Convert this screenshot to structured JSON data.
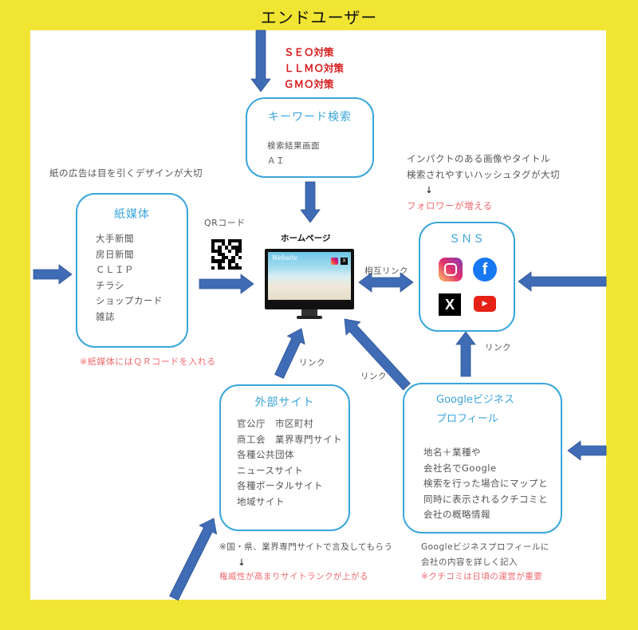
{
  "title": "エンドユーザー",
  "seo_labels": [
    "ＳＥＯ対策",
    "ＬＬＭＯ対策",
    "ＧＭＯ対策"
  ],
  "keyword": {
    "title": "キーワード検索",
    "items": [
      "検索結果画面",
      "ＡＩ"
    ]
  },
  "paper": {
    "note": "紙の広告は目を引くデザインが大切",
    "title": "紙媒体",
    "items": [
      "大手新聞",
      "房日新聞",
      "ＣＬＩＰ",
      "チラシ",
      "ショップカード",
      "雑誌"
    ],
    "footnote": "※紙媒体にはＱＲコードを入れる"
  },
  "qr_label": "QRコード",
  "homepage": {
    "label": "ホームページ",
    "screen_text": "Website"
  },
  "mutual_link": "相互リンク",
  "sns": {
    "note1": "インパクトのある画像やタイトル",
    "note2": "検索されやすいハッシュタグが大切",
    "arrow": "↓",
    "result": "フォロワーが増える",
    "title": "ＳＮＳ"
  },
  "links": {
    "external": "リンク",
    "google": "リンク",
    "sns": "リンク"
  },
  "external": {
    "title": "外部サイト",
    "items": [
      "官公庁　市区町村",
      "商工会　業界専門サイト",
      "各種公共団体",
      "ニュースサイト",
      "各種ポータルサイト",
      "地域サイト"
    ],
    "note": "※国・県、業界専門サイトで言及してもらう",
    "arrow": "↓",
    "result": "権威性が高まりサイトランクが上がる"
  },
  "google": {
    "title1": "Googleビジネス",
    "title2": "プロフィール",
    "items": [
      "地名＋業種や",
      "会社名でGoogle",
      "検索を行った場合にマップと",
      "同時に表示されるクチコミと",
      "会社の概略情報"
    ],
    "note1": "Googleビジネスプロフィールに",
    "note2": "会社の内容を詳しく記入",
    "result": "※クチコミは日頃の運営が重要"
  },
  "colors": {
    "background": "#f1e533",
    "arrow": "#3f6cb5",
    "box_border": "#3aa6dc",
    "red": "#e8454a"
  }
}
